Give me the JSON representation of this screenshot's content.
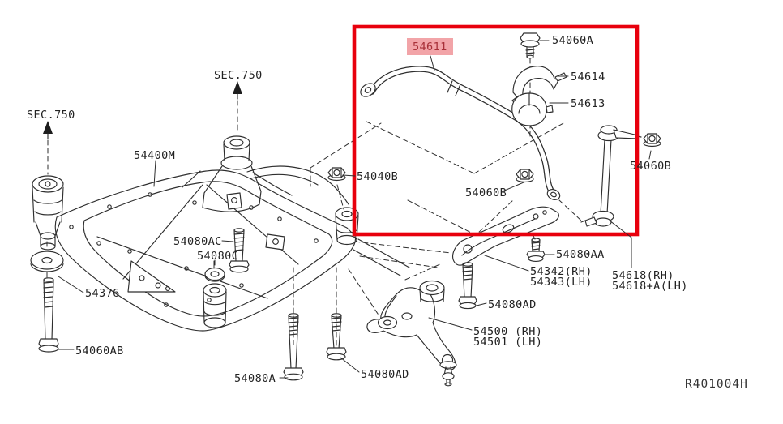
{
  "diagram": {
    "type": "exploded-parts-diagram-front-suspension",
    "drawing_ref": "R401004H",
    "highlight": {
      "selected_part": "54611",
      "box_color": "#e8000d",
      "label_bg": "#f2a4a8",
      "label_fg": "#a83038"
    },
    "section_refs": {
      "left": "SEC.750",
      "center": "SEC.750"
    },
    "parts": {
      "subframe": "54400M",
      "stabilizer_bar": "54611",
      "stabilizer_clamp_bolt": "54060A",
      "stabilizer_clamp": "54614",
      "stabilizer_bushing": "54613",
      "member_nut": "54040B",
      "stabilizer_nut_inner": "54060B",
      "link_nut_right": "54060B",
      "member_bolt_ac": "54080AC",
      "member_washer_c": "54080C",
      "member_insulator": "54376",
      "member_bolt_ab": "54060AB",
      "member_bolt_a": "54080A",
      "member_bolt_ad_left": "54080AD",
      "rod_bolt_ad_right": "54080AD",
      "compression_rod_rh": "54342(RH)",
      "compression_rod_lh": "54343(LH)",
      "rod_bolt_aa": "54080AA",
      "stabilizer_link_rh": "54618(RH)",
      "stabilizer_link_lh": "54618+A(LH)",
      "transverse_link_rh": "54500 (RH)",
      "transverse_link_lh": "54501 (LH)"
    }
  }
}
